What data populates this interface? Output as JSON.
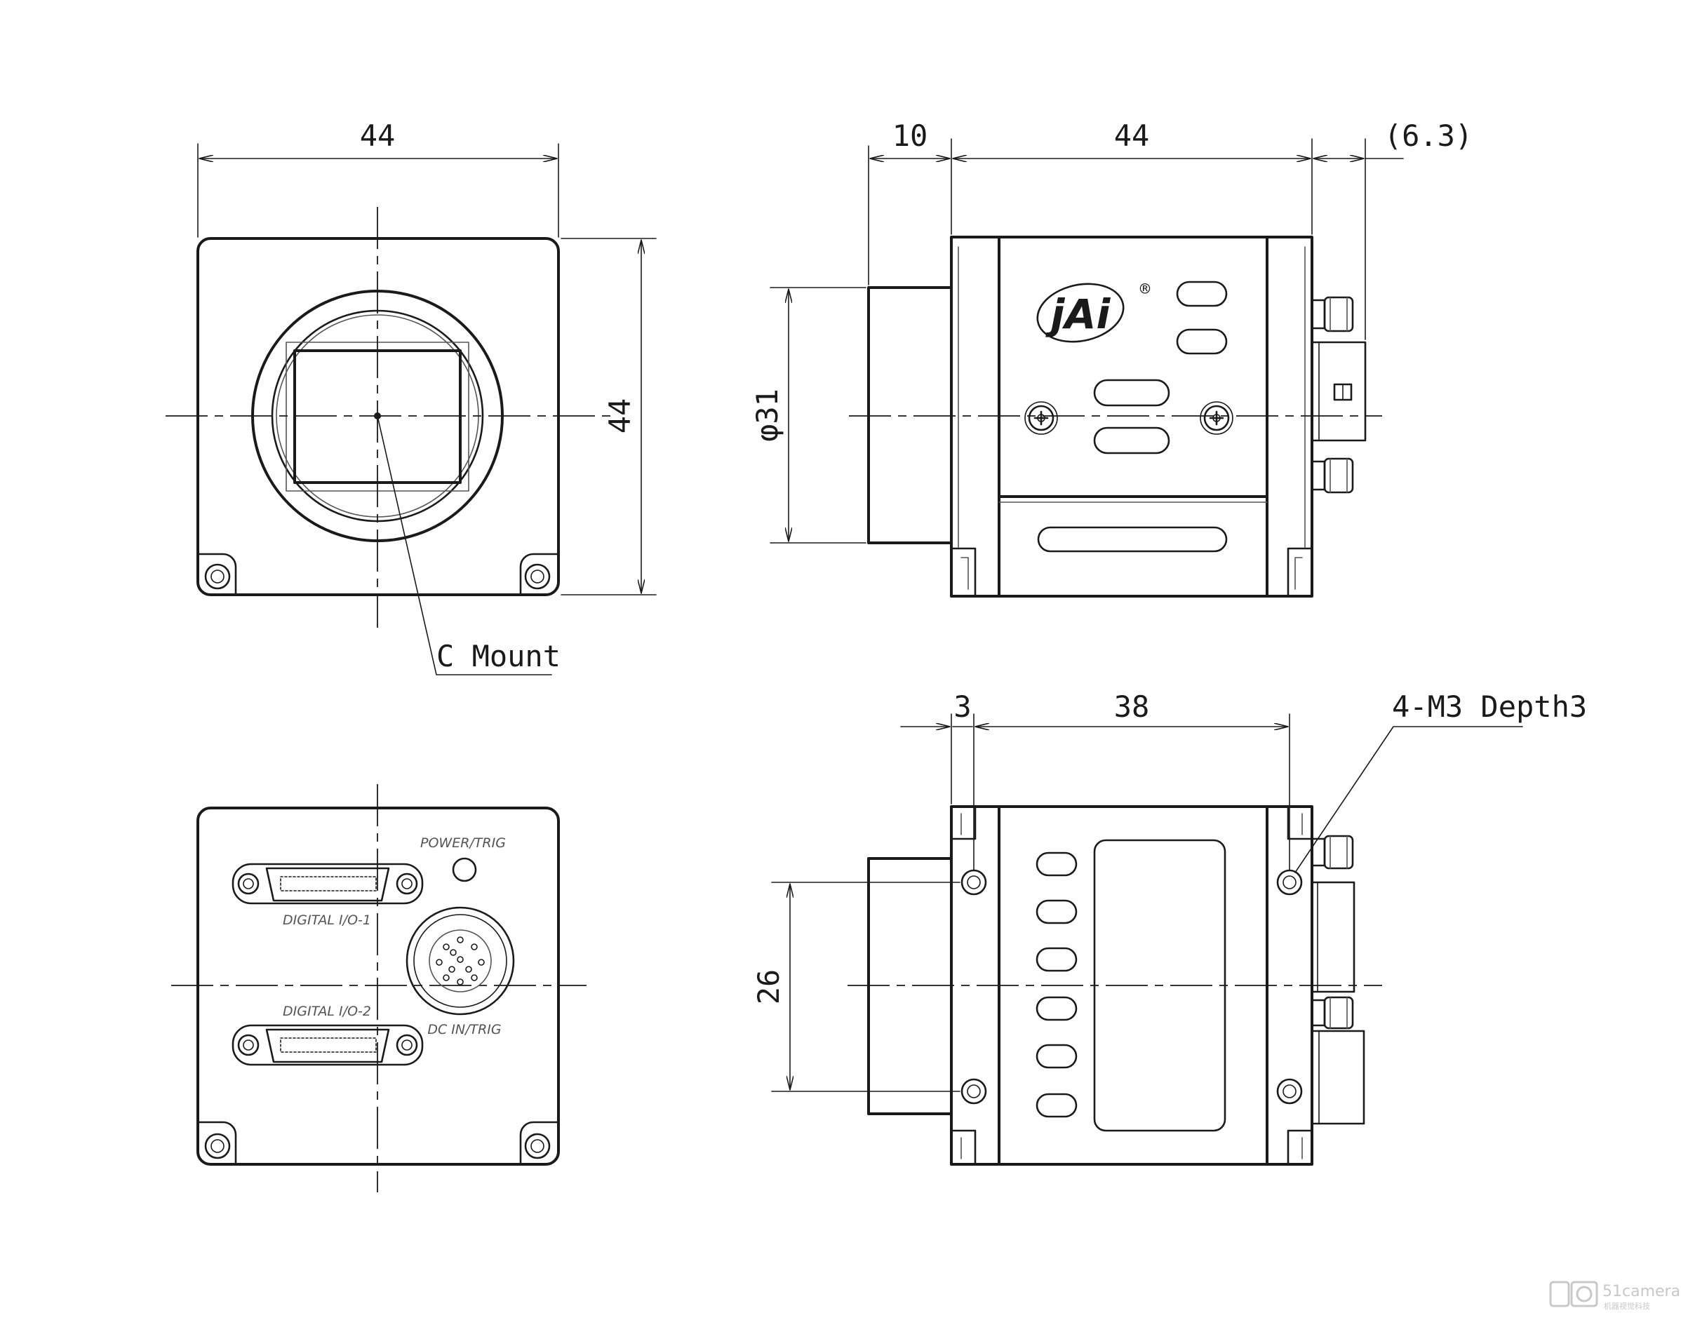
{
  "dimensions": {
    "front_width": "44",
    "front_height": "44",
    "side_front_protrusion": "10",
    "side_length": "44",
    "side_rear_connector": "(6.3)",
    "mount_diameter": "φ31",
    "bottom_front_offset": "3",
    "bottom_hole_spacing_x": "38",
    "bottom_hole_spacing_y": "26"
  },
  "callouts": {
    "mount": "C Mount",
    "holes": "4-M3 Depth3"
  },
  "connectors": {
    "power_trig": "POWER/TRIG",
    "digital_io_1": "DIGITAL I/O-1",
    "digital_io_2": "DIGITAL I/O-2",
    "dc_in_trig": "DC IN/TRIG"
  },
  "logo": {
    "text": "jAi",
    "registered": "®"
  },
  "watermark": {
    "text": "51camera",
    "sub": "机器视觉科技"
  },
  "colors": {
    "line": "#1a1a1a",
    "secondary_line": "#555555",
    "watermark": "#c8c8c8",
    "background": "#ffffff"
  }
}
